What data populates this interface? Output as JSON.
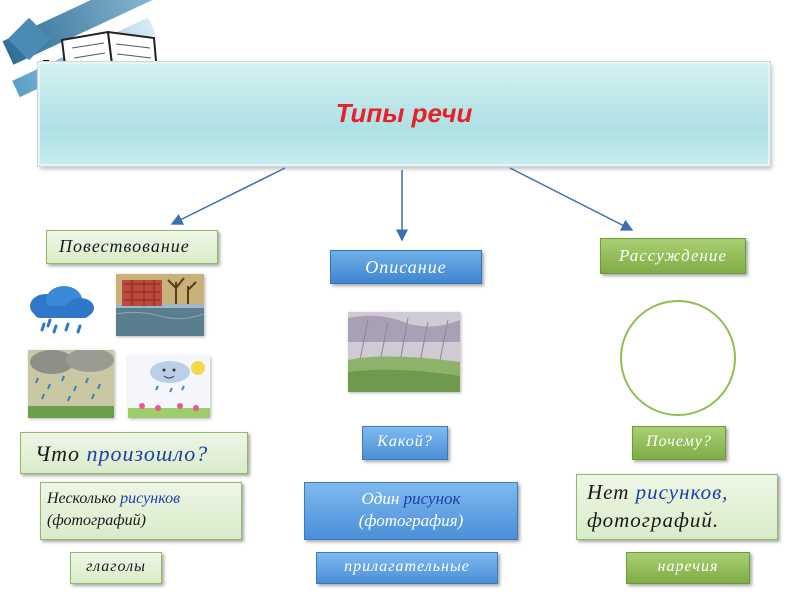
{
  "title": "Типы речи",
  "types": {
    "narration": {
      "label": "Повествование",
      "question_prefix": "Что ",
      "question_highlight": "произошло?",
      "pictures_prefix": "Несколько ",
      "pictures_highlight": "рисунков",
      "pictures_suffix": "(фотографий)",
      "part_of_speech": "глаголы"
    },
    "description": {
      "label": "Описание",
      "question": "Какой?",
      "pictures_prefix": "Один ",
      "pictures_highlight": "рисунок",
      "pictures_suffix": "(фотография)",
      "part_of_speech": "прилагательные"
    },
    "reasoning": {
      "label": "Рассуждение",
      "question": "Почему?",
      "pictures_prefix": "Нет ",
      "pictures_highlight": "рисунков,",
      "pictures_suffix": "фотографий.",
      "part_of_speech": "наречия"
    }
  },
  "colors": {
    "title": "#e8202a",
    "green": "#7fae45",
    "blue": "#3f86d0",
    "highlight": "#1e3fa6"
  },
  "icons": [
    "book-icon",
    "rain-cloud-icon",
    "landscape-picture",
    "rain-picture",
    "cloud-flowers-picture",
    "rainy-field-picture",
    "empty-circle"
  ]
}
